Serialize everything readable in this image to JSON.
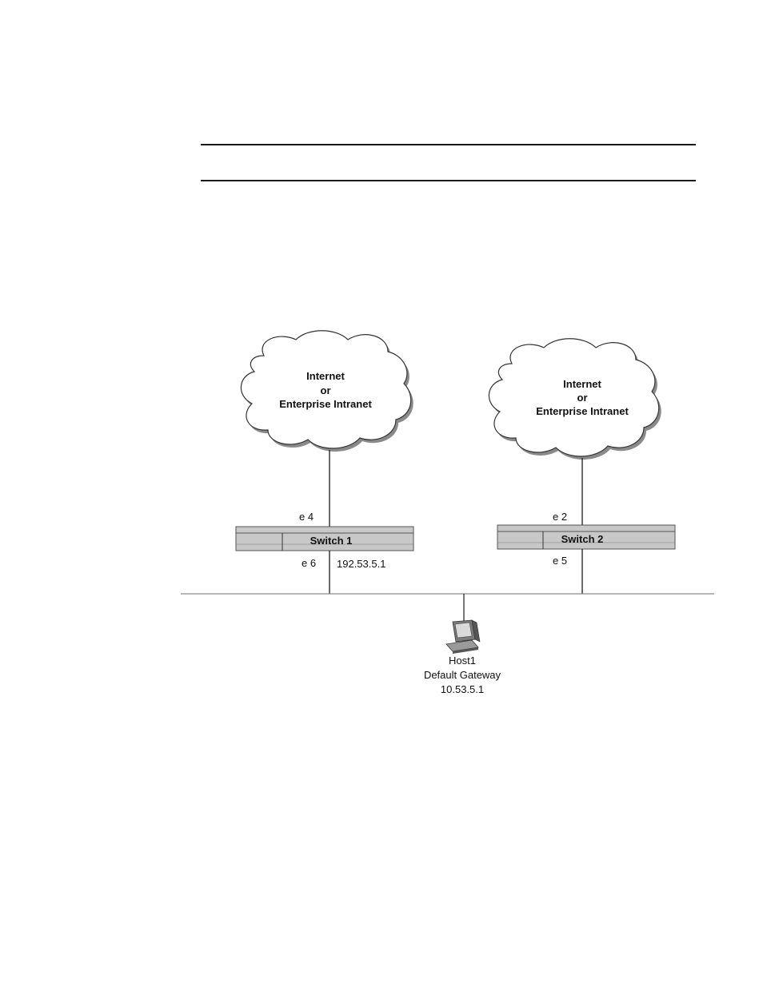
{
  "clouds": [
    {
      "line1": "Internet",
      "line2": "or",
      "line3": "Enterprise Intranet"
    },
    {
      "line1": "Internet",
      "line2": "or",
      "line3": "Enterprise Intranet"
    }
  ],
  "switches": [
    {
      "label": "Switch 1",
      "upper_port": "e 4",
      "lower_port": "e 6",
      "ip": "192.53.5.1"
    },
    {
      "label": "Switch 2",
      "upper_port": "e 2",
      "lower_port": "e 5"
    }
  ],
  "host": {
    "name": "Host1",
    "gateway_label": "Default Gateway",
    "gateway_ip": "10.53.5.1"
  },
  "colors": {
    "line": "#1a1a1a",
    "switch_fill": "#c8c8c8",
    "cloud_stroke": "#333333"
  }
}
